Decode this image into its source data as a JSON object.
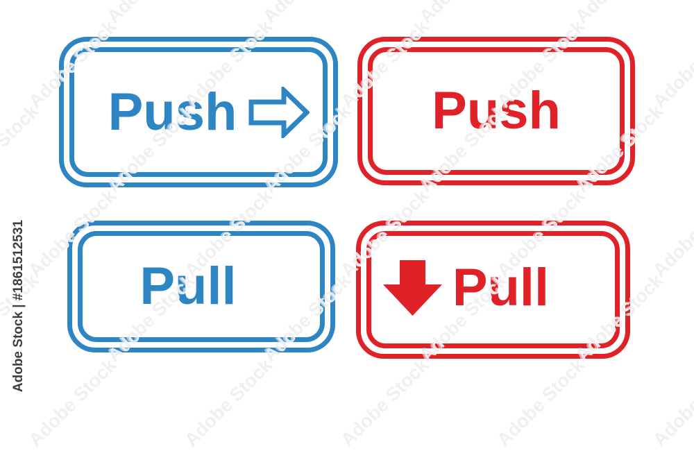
{
  "watermark": {
    "tile_text": "Adobe Stock",
    "attribution": "Adobe Stock | #1861512531"
  },
  "signs": {
    "push_blue": {
      "label": "Push",
      "color": "#2e85c4",
      "icon": "arrow-right-outline"
    },
    "push_red": {
      "label": "Push",
      "color": "#e02228"
    },
    "pull_blue": {
      "label": "Pull",
      "color": "#2e85c4"
    },
    "pull_red": {
      "label": "Pull",
      "color": "#e02228",
      "icon": "arrow-down-solid"
    }
  },
  "colors": {
    "blue": "#2e85c4",
    "red": "#e02228",
    "background": "#ffffff",
    "attribution_text": "#3e3e3e"
  }
}
